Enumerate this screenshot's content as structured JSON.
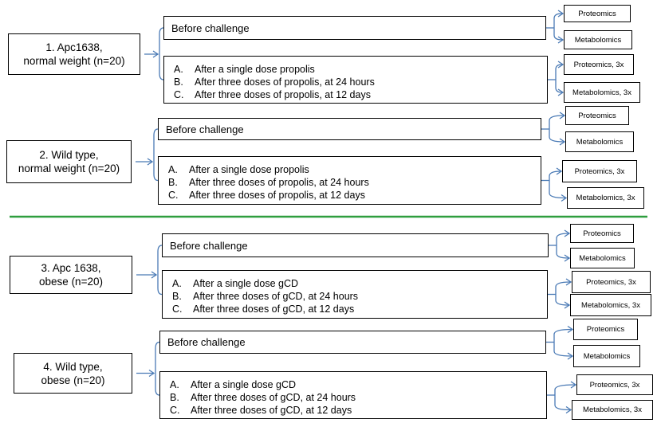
{
  "blocks": [
    {
      "group": [
        "1. Apc1638,",
        "normal weight (n=20)"
      ],
      "before": "Before challenge",
      "doses": [
        [
          "A.",
          "After a single dose propolis"
        ],
        [
          "B.",
          "After three doses of propolis, at 24 hours"
        ],
        [
          "C.",
          "After three doses of propolis, at 12 days"
        ]
      ],
      "before_omics": [
        "Proteomics",
        "Metabolomics"
      ],
      "dose_omics": [
        "Proteomics,  3x",
        "Metabolomics,  3x"
      ]
    },
    {
      "group": [
        "2. Wild type,",
        "normal weight (n=20)"
      ],
      "before": "Before challenge",
      "doses": [
        [
          "A.",
          "After a single dose propolis"
        ],
        [
          "B.",
          "After three doses of propolis, at 24 hours"
        ],
        [
          "C.",
          "After three doses of propolis, at 12 days"
        ]
      ],
      "before_omics": [
        "Proteomics",
        "Metabolomics"
      ],
      "dose_omics": [
        "Proteomics,  3x",
        "Metabolomics,  3x"
      ]
    },
    {
      "group": [
        "3. Apc 1638,",
        "obese (n=20)"
      ],
      "before": "Before challenge",
      "doses": [
        [
          "A.",
          "After a single dose gCD"
        ],
        [
          "B.",
          "After three doses of gCD, at 24 hours"
        ],
        [
          "C.",
          "After three doses of gCD, at 12 days"
        ]
      ],
      "before_omics": [
        "Proteomics",
        "Metabolomics"
      ],
      "dose_omics": [
        "Proteomics,  3x",
        "Metabolomics,  3x"
      ]
    },
    {
      "group": [
        "4. Wild type,",
        "obese (n=20)"
      ],
      "before": "Before challenge",
      "doses": [
        [
          "A.",
          "After a single dose gCD"
        ],
        [
          "B.",
          "After three doses of gCD, at 24 hours"
        ],
        [
          "C.",
          "After three doses of gCD, at 12 days"
        ]
      ],
      "before_omics": [
        "Proteomics",
        "Metabolomics"
      ],
      "dose_omics": [
        "Proteomics,  3x",
        "Metabolomics,  3x"
      ]
    }
  ],
  "colors": {
    "connector": "#4a7ab5",
    "divider": "#2e9e3e",
    "border": "#000000"
  }
}
